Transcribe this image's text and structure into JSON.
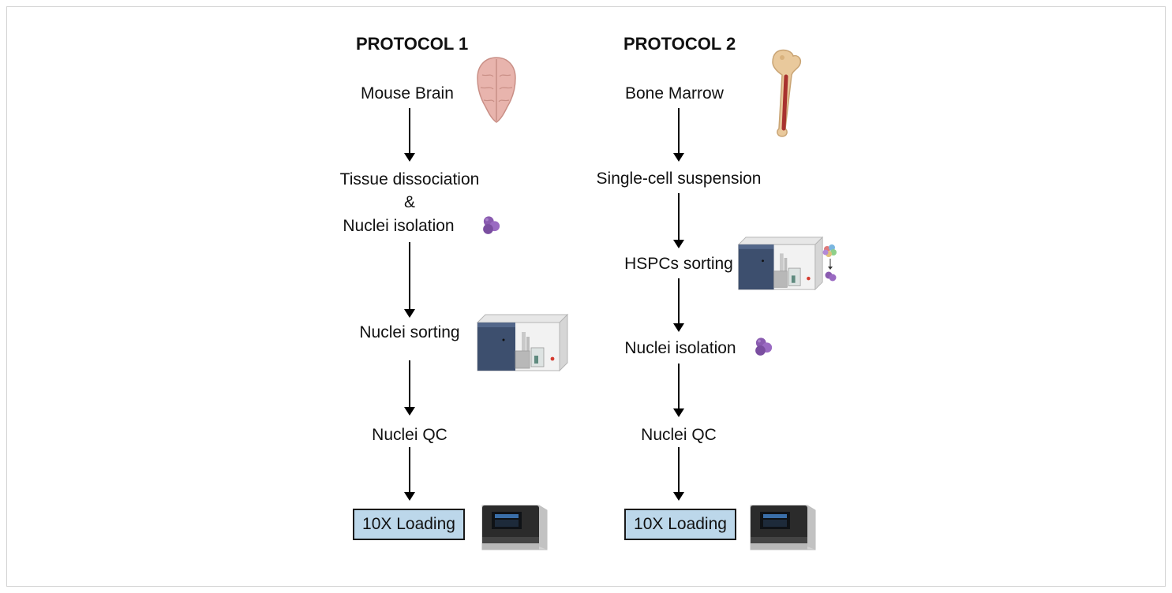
{
  "protocols": [
    {
      "title": "PROTOCOL 1",
      "source": "Mouse Brain",
      "step1_line1": "Tissue dissociation",
      "step1_line2": "&",
      "step1_line3": "Nuclei isolation",
      "step2": "Nuclei sorting",
      "step3": "Nuclei QC",
      "final": "10X Loading"
    },
    {
      "title": "PROTOCOL 2",
      "source": "Bone Marrow",
      "step1": "Single-cell suspension",
      "step2": "HSPCs sorting",
      "step3": "Nuclei isolation",
      "step4": "Nuclei QC",
      "final": "10X Loading"
    }
  ],
  "icons": {
    "brain": "brain-icon",
    "bone": "bone-icon",
    "nuclei": "nuclei-icon",
    "sorter": "cell-sorter-icon",
    "loader": "10x-controller-icon",
    "hspc": "hspc-cells-icon"
  },
  "colors": {
    "loading_box": "#bcd7ea",
    "brain": "#e8b4ad",
    "nuclei": "#8a5bb0",
    "sorter_panel": "#3d4f6e"
  }
}
